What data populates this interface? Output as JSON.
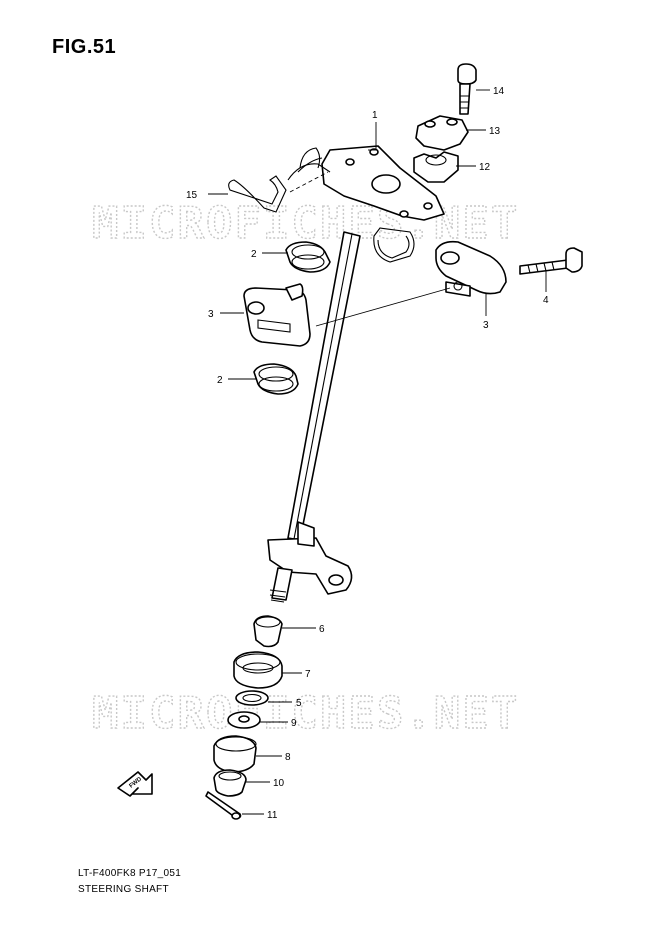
{
  "figure_title": "FIG.51",
  "watermark_text": "MICROFICHES.NET",
  "footer": {
    "model_code": "LT-F400FK8 P17_051",
    "section_name": "STEERING SHAFT"
  },
  "fwd_label": "FWD",
  "callouts": {
    "p1": "1",
    "p2a": "2",
    "p2b": "2",
    "p3a": "3",
    "p3b": "3",
    "p4": "4",
    "p5": "5",
    "p6": "6",
    "p7": "7",
    "p8": "8",
    "p9": "9",
    "p10": "10",
    "p11": "11",
    "p12": "12",
    "p13": "13",
    "p14": "14",
    "p15": "15"
  }
}
